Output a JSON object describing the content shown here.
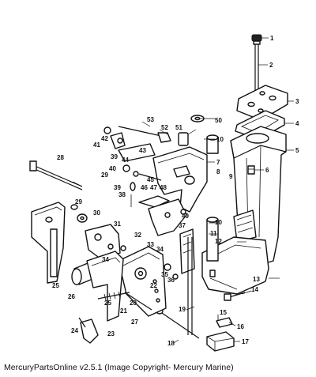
{
  "caption": "MercuryPartsOnline v2.5.1 (Image Copyright- Mercury Marine)",
  "callouts": [
    "1",
    "2",
    "3",
    "4",
    "5",
    "6",
    "7",
    "8",
    "9",
    "10",
    "10",
    "11",
    "12",
    "13",
    "14",
    "15",
    "16",
    "17",
    "18",
    "19",
    "20",
    "21",
    "22",
    "23",
    "24",
    "25",
    "25",
    "26",
    "27",
    "28",
    "29",
    "29",
    "30",
    "31",
    "32",
    "33",
    "34",
    "34",
    "35",
    "36",
    "37",
    "38",
    "39",
    "39",
    "40",
    "41",
    "42",
    "43",
    "44",
    "45",
    "46",
    "47",
    "48",
    "49",
    "50",
    "51",
    "52",
    "53"
  ]
}
